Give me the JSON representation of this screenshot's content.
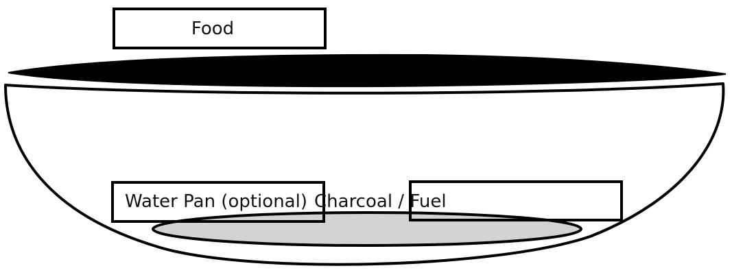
{
  "labels": {
    "food": "Food",
    "water_pan": "Water Pan (optional)",
    "charcoal_fuel": "Charcoal / Fuel"
  },
  "colors": {
    "lid": "#000000",
    "outline": "#000000",
    "charcoal_bed": "#d3d3d3",
    "background": "#ffffff"
  }
}
